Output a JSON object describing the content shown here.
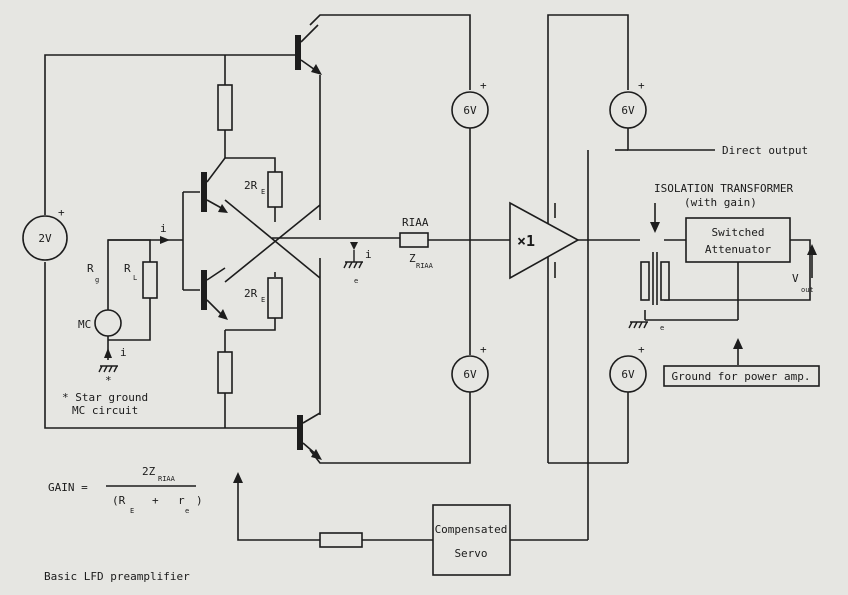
{
  "labels": {
    "caption": "Basic LFD preamplifier",
    "direct_output": "Direct output",
    "isolation_title": "ISOLATION TRANSFORMER",
    "isolation_sub": "(with gain)",
    "attenuator_l1": "Switched",
    "attenuator_l2": "Attenuator",
    "servo_l1": "Compensated",
    "servo_l2": "Servo",
    "ground_power": "Ground for power amp.",
    "star_l1": "* Star ground",
    "star_l2": "MC circuit",
    "star_mark": "*",
    "mc": "MC",
    "buffer": "×1",
    "riaa": "RIAA",
    "z": "Z",
    "z_sub": "RIAA",
    "rg": "R",
    "rg_sub": "g",
    "rl": "R",
    "rl_sub": "L",
    "two_re_top": "2R",
    "two_re_bottom": "2R",
    "re_sub_top": "E",
    "re_sub_bottom": "E",
    "i_top": "i",
    "i_mid": "i",
    "i_mc": "i",
    "e_mark": "e",
    "e_mark_right": "e",
    "vout": "V",
    "vout_sub": "out",
    "gain_label": "GAIN =",
    "gain_num": "2Z",
    "gain_num_sub": "RIAA",
    "gain_den_open": "(R",
    "gain_den_plus": "+",
    "gain_den_r": "r",
    "gain_den_close": ")",
    "gain_den_sub_e_upper": "E",
    "gain_den_sub_e_lower": "e"
  },
  "supplies": {
    "left": "2V",
    "top_middle": "6V",
    "bottom_middle": "6V",
    "top_right": "6V",
    "bottom_right": "6V",
    "plus": "+"
  },
  "colors": {
    "paper": "#e6e6e2",
    "ink": "#1d1d1d"
  }
}
